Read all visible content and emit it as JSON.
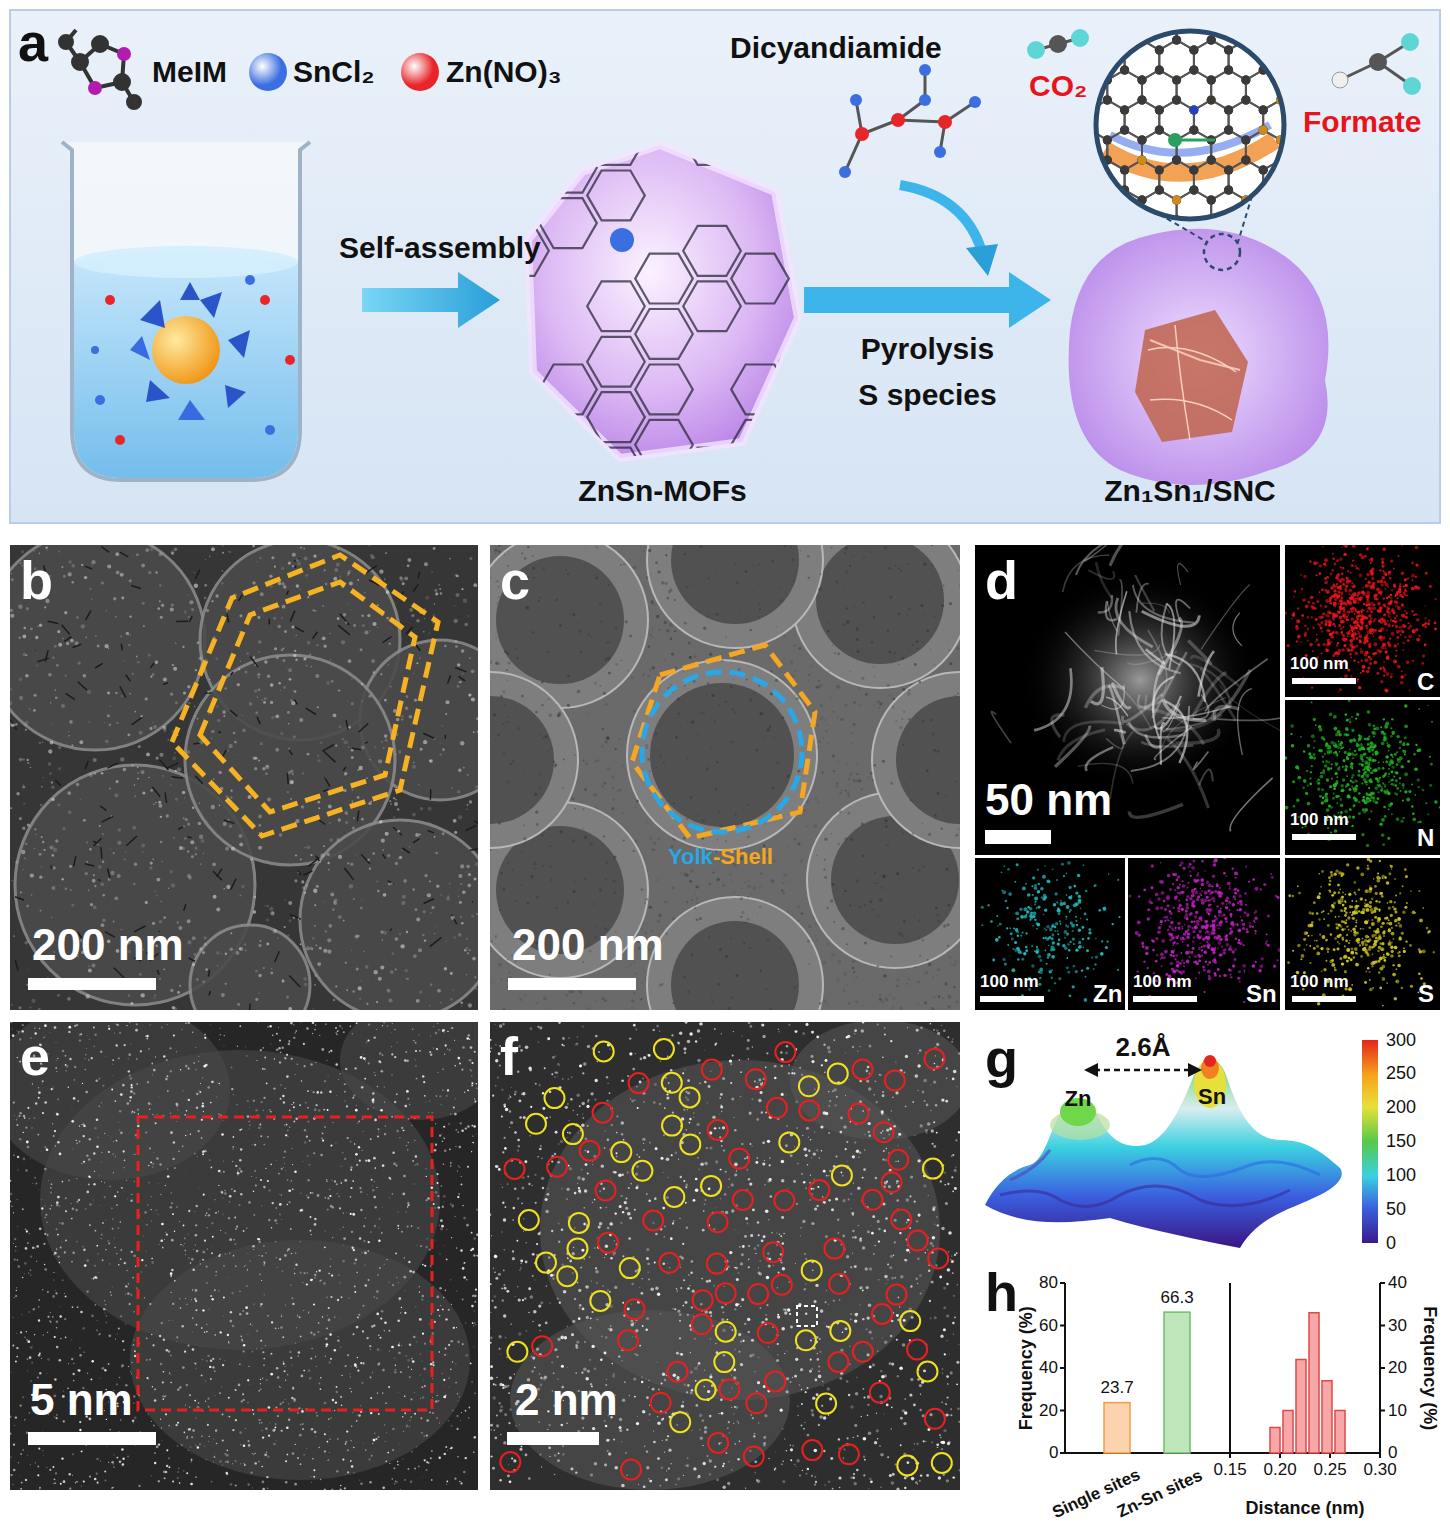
{
  "diagram": {
    "nodes": [
      {
        "text": [
          "ZnSn-MOFs"
        ]
      },
      {
        "text": [
          "Zn₁Sn₁/SNC"
        ]
      }
    ],
    "edges": [
      {
        "from": 0,
        "to": 1,
        "arrow": "to",
        "label": "Pyrolysis S species"
      }
    ],
    "labels": [
      "a",
      "Self-assembly",
      "Dicyandiamide",
      "CO₂",
      "Formate",
      "b",
      "200 nm",
      "c",
      "200 nm",
      "Yolk",
      "-Shell",
      "d",
      "50 nm",
      "100 nm",
      "C",
      "100 nm",
      "N",
      "100 nm",
      "Zn",
      "100 nm",
      "Sn",
      "100 nm",
      "S",
      "e",
      "5 nm",
      "f",
      "2 nm",
      "g",
      "2.6Å",
      "Zn",
      "Sn",
      "300",
      "250",
      "200",
      "150",
      "100",
      "50",
      "0",
      "h",
      "Frequency (%)",
      "80",
      "60",
      "40",
      "20",
      "0",
      "23.7",
      "66.3",
      "Single sites",
      "Zn-Sn sites",
      "0.15",
      "0.20",
      "0.25",
      "0.30",
      "Distance (nm)",
      "40",
      "30",
      "20",
      "10",
      "0",
      "Frequency (%)"
    ],
    "legend": [
      {
        "text": "MeIM"
      },
      {
        "text": "SnCl₂",
        "color": "#3b6fe0"
      },
      {
        "text": "Zn(NO)₃",
        "color": "#e8262a"
      }
    ]
  }
}
